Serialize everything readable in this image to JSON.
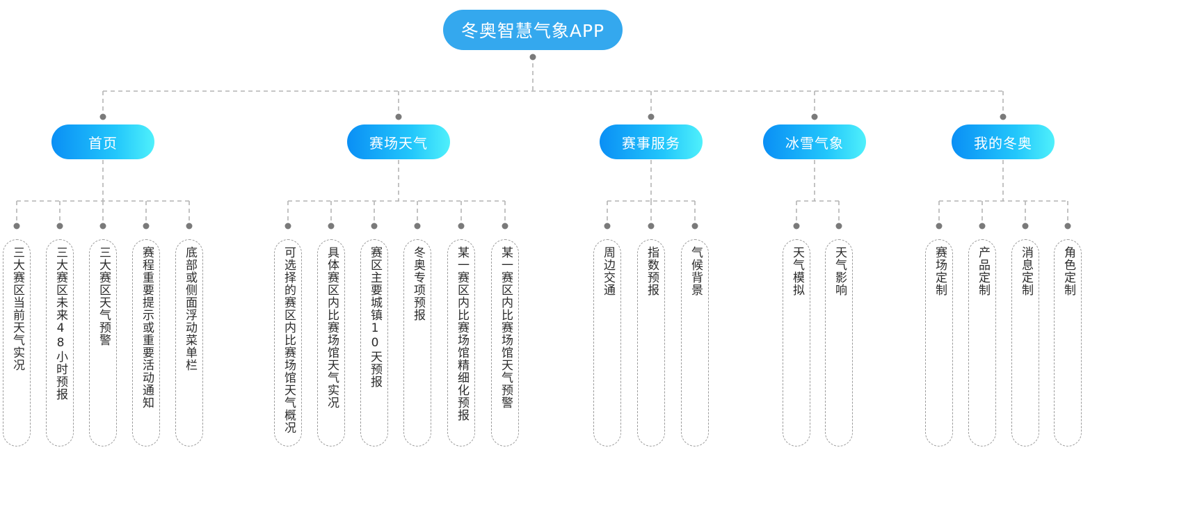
{
  "diagram": {
    "type": "tree",
    "title": "冬奥智慧气象APP",
    "root": {
      "label": "冬奥智慧气象APP"
    },
    "colors": {
      "root_fill": "#34a8ee",
      "branch_gradient_start": "#0a8ff5",
      "branch_gradient_mid": "#22c6fb",
      "branch_gradient_end": "#4ff0fb",
      "connector": "#b4b4b4",
      "connector_dot": "#7a7a7a",
      "leaf_border": "#9b9b9b",
      "leaf_text": "#2b2b2b",
      "node_text": "#ffffff",
      "background": "#ffffff"
    },
    "branches": [
      {
        "label": "首页",
        "leaves": [
          {
            "label": "三大赛区当前天气实况"
          },
          {
            "label": "三大赛区未来48小时预报"
          },
          {
            "label": "三大赛区天气预警"
          },
          {
            "label": "赛程重要提示或重要活动通知"
          },
          {
            "label": "底部或侧面浮动菜单栏"
          }
        ]
      },
      {
        "label": "赛场天气",
        "leaves": [
          {
            "label": "可选择的赛区内比赛场馆天气概况"
          },
          {
            "label": "具体赛区内比赛场馆天气实况"
          },
          {
            "label": "赛区主要城镇10天预报"
          },
          {
            "label": "冬奥专项预报"
          },
          {
            "label": "某一赛区内比赛场馆精细化预报"
          },
          {
            "label": "某一赛区内比赛场馆天气预警"
          }
        ]
      },
      {
        "label": "赛事服务",
        "leaves": [
          {
            "label": "周边交通"
          },
          {
            "label": "指数预报"
          },
          {
            "label": "气候背景"
          }
        ]
      },
      {
        "label": "冰雪气象",
        "leaves": [
          {
            "label": "天气模拟"
          },
          {
            "label": "天气影响"
          }
        ]
      },
      {
        "label": "我的冬奥",
        "leaves": [
          {
            "label": "赛场定制"
          },
          {
            "label": "产品定制"
          },
          {
            "label": "消息定制"
          },
          {
            "label": "角色定制"
          }
        ]
      }
    ]
  }
}
